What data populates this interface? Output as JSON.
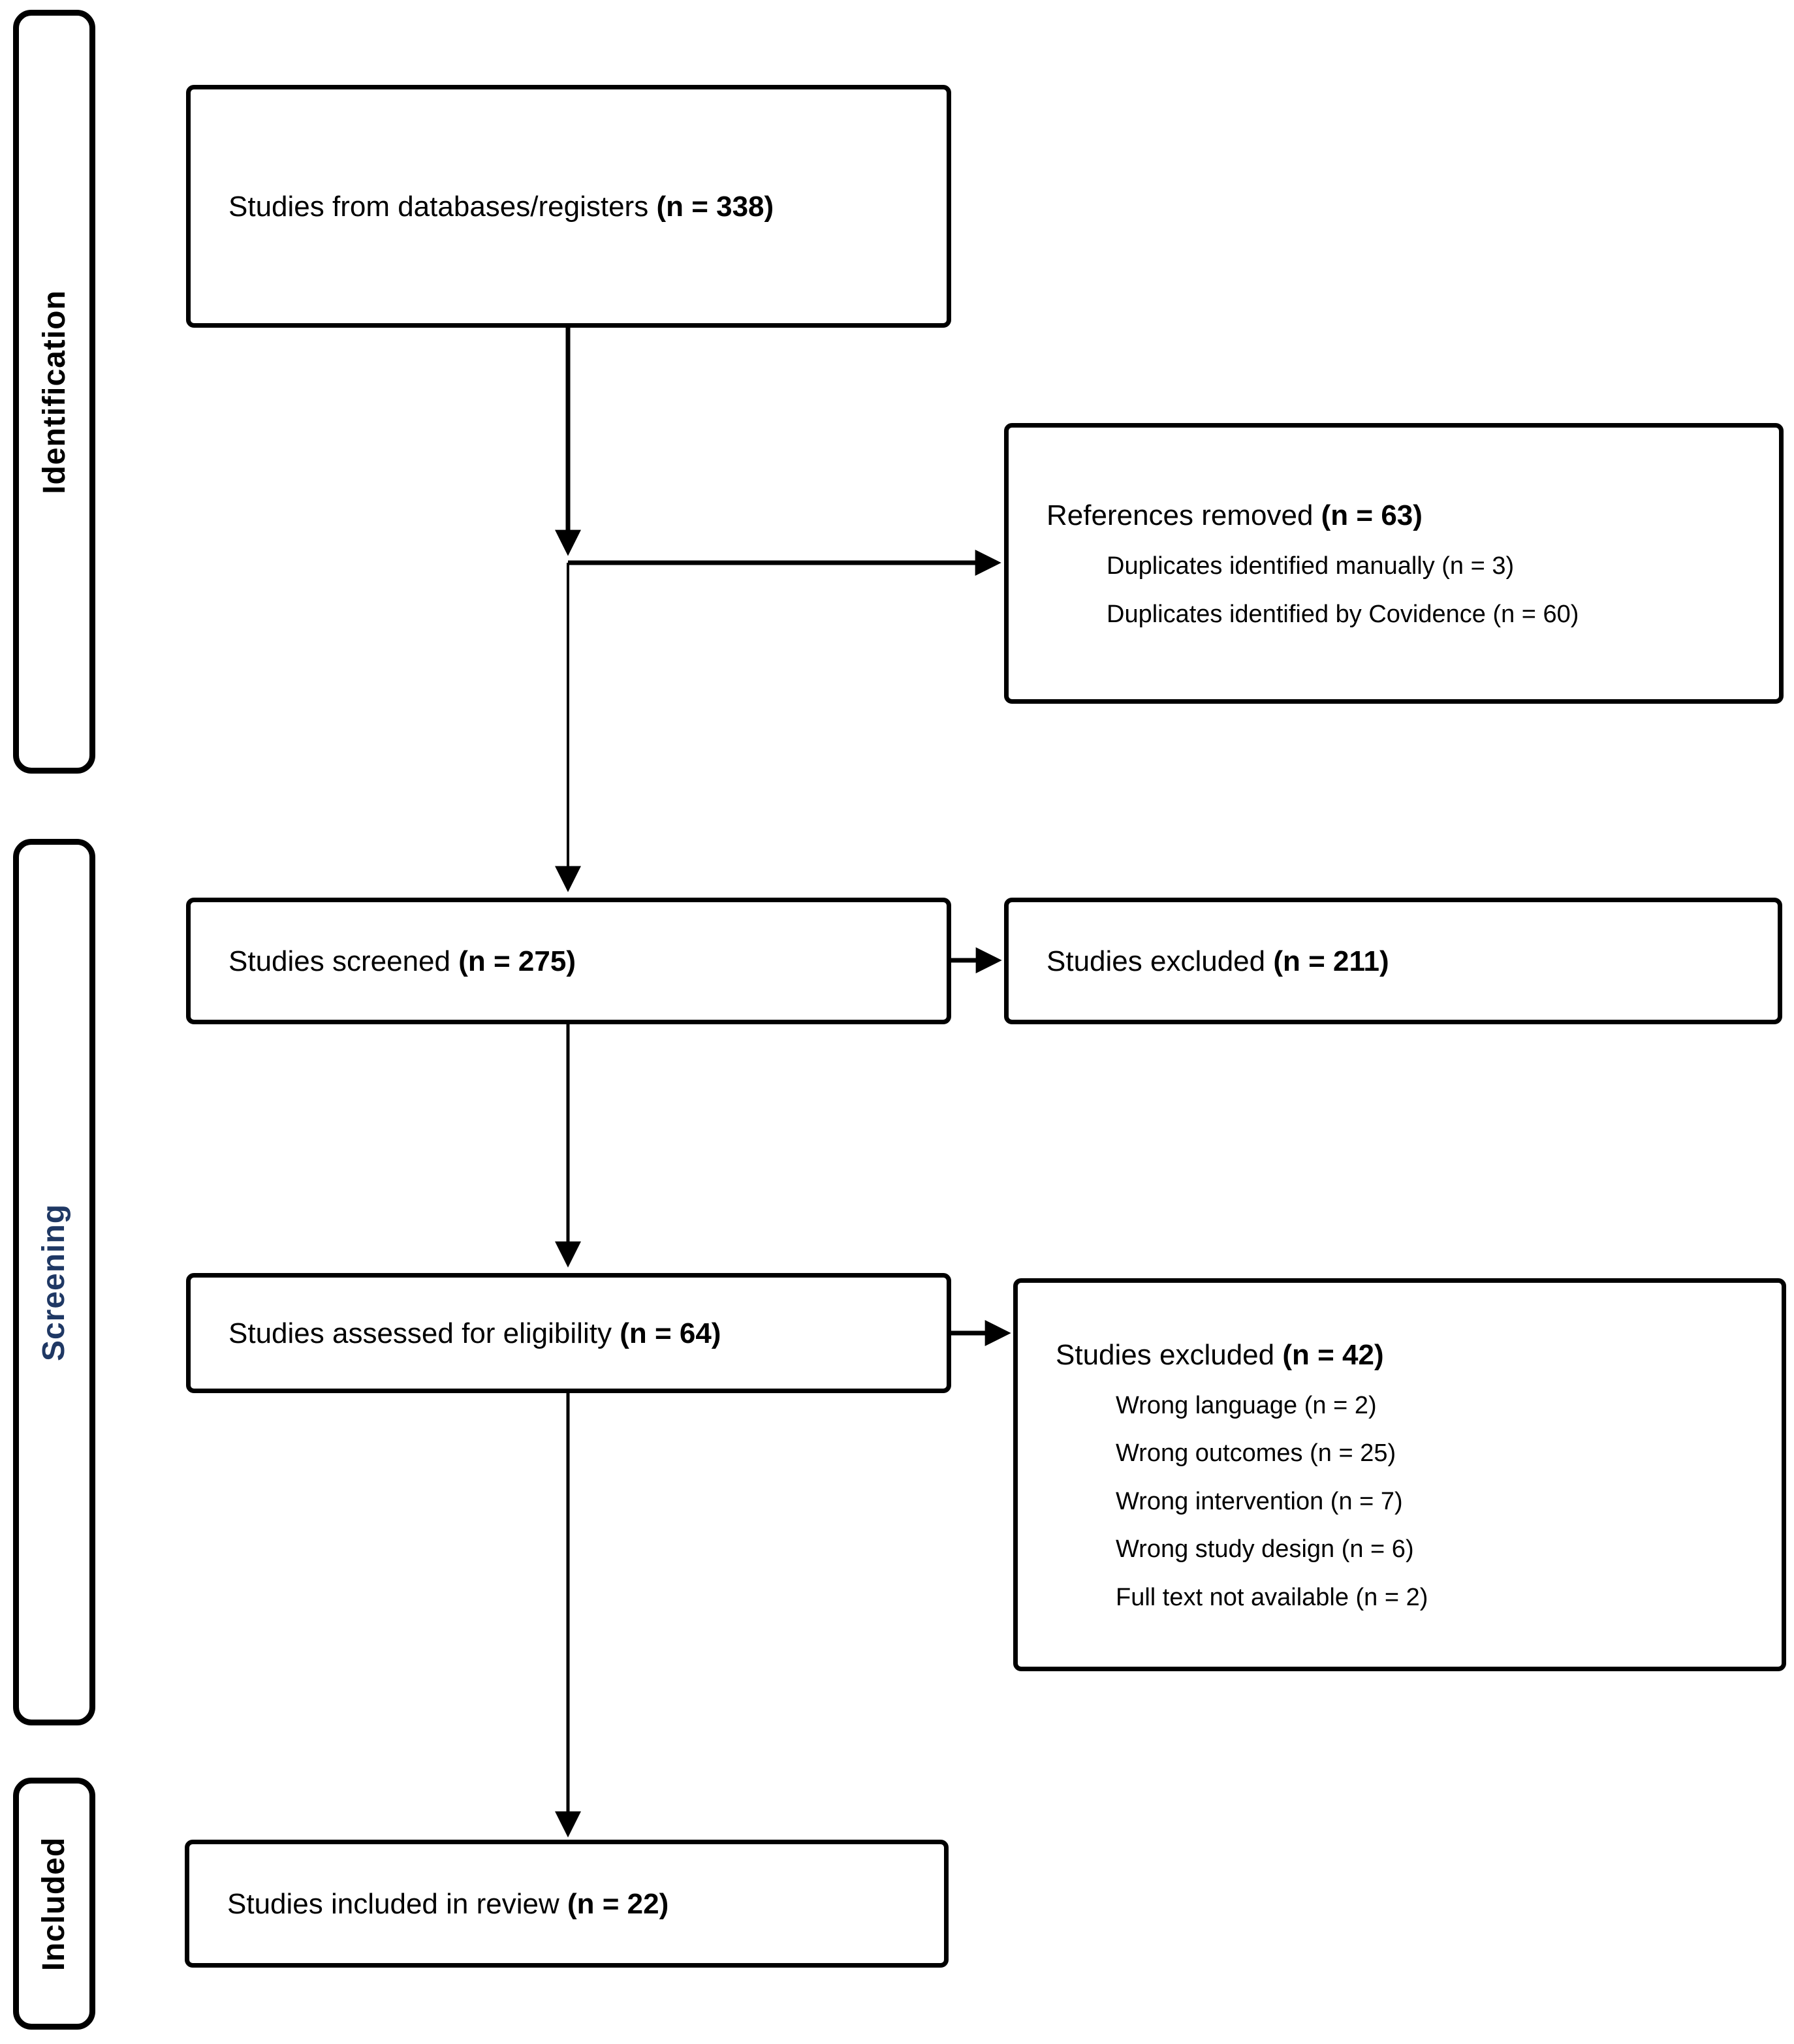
{
  "diagram": {
    "type": "prisma-flow",
    "colors": {
      "text": "#000000",
      "border": "#000000",
      "screening_label": "#1F3864"
    },
    "sidebar": {
      "identification": "Identification",
      "screening": "Screening",
      "included": "Included"
    },
    "boxes": {
      "databases": {
        "label": "Studies from databases/registers",
        "count": "(n = 338)"
      },
      "references_removed": {
        "label": "References removed",
        "count": "(n = 63)",
        "items": [
          "Duplicates identified manually (n = 3)",
          "Duplicates identified by Covidence (n = 60)"
        ]
      },
      "screened": {
        "label": "Studies screened",
        "count": "(n = 275)"
      },
      "excluded_screening": {
        "label": "Studies excluded",
        "count": "(n = 211)"
      },
      "assessed": {
        "label": "Studies assessed for eligibility",
        "count": "(n = 64)"
      },
      "excluded_eligibility": {
        "label": "Studies excluded",
        "count": "(n = 42)",
        "items": [
          "Wrong language (n = 2)",
          "Wrong outcomes (n = 25)",
          "Wrong intervention (n = 7)",
          "Wrong study design (n = 6)",
          "Full text not available (n = 2)"
        ]
      },
      "included_review": {
        "label": "Studies included in review",
        "count": "(n = 22)"
      }
    }
  }
}
